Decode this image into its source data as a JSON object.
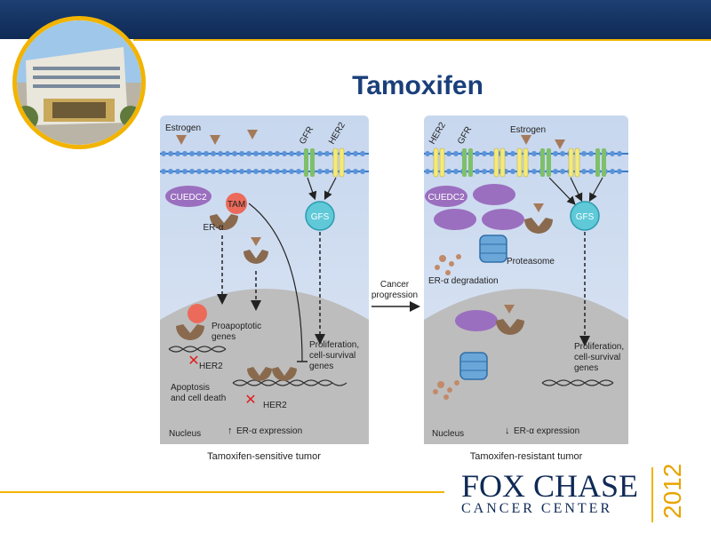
{
  "slide": {
    "title": "Tamoxifen"
  },
  "diagram": {
    "left_panel": {
      "estrogen": "Estrogen",
      "gfr": "GFR",
      "her2": "HER2",
      "cuedc2": "CUEDC2",
      "tam": "TAM",
      "er_alpha": "ER-α",
      "gfs": "GFS",
      "proapoptotic_1": "Proapoptotic",
      "proapoptotic_2": "genes",
      "her2_gene_a": "HER2",
      "apoptosis_1": "Apoptosis",
      "apoptosis_2": "and cell death",
      "prolif_1": "Proliferation,",
      "prolif_2": "cell-survival",
      "prolif_3": "genes",
      "her2_gene_b": "HER2",
      "nucleus": "Nucleus",
      "er_expression": "ER-α expression",
      "caption": "Tamoxifen-sensitive tumor"
    },
    "arrow": {
      "line1": "Cancer",
      "line2": "progression"
    },
    "right_panel": {
      "her2": "HER2",
      "gfr": "GFR",
      "estrogen": "Estrogen",
      "cuedc2": "CUEDC2",
      "gfs": "GFS",
      "proteasome": "Proteasome",
      "degradation": "ER-α degradation",
      "prolif_1": "Proliferation,",
      "prolif_2": "cell-survival",
      "prolif_3": "genes",
      "nucleus": "Nucleus",
      "er_expression": "ER-α expression",
      "caption": "Tamoxifen-resistant tumor"
    }
  },
  "logo": {
    "line1": "FOX CHASE",
    "line2": "CANCER CENTER",
    "year": "2012"
  },
  "colors": {
    "brand_navy": "#0f2a55",
    "brand_gold": "#f2b400",
    "title_blue": "#1a3f7a"
  }
}
